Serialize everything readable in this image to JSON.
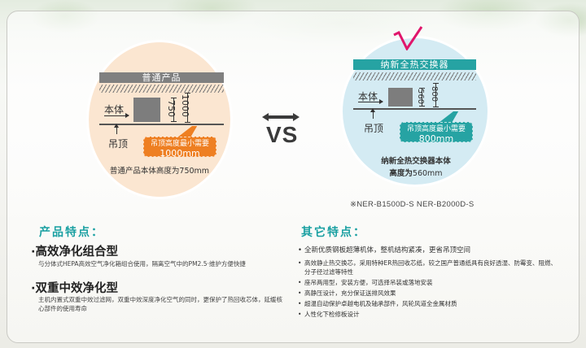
{
  "colors": {
    "accent_teal": "#1aa0a2",
    "orange": "#ee7f22",
    "left_circle_bg": "#fbe6d1",
    "right_circle_bg": "#d4ebf3",
    "check_mark": "#e0156b"
  },
  "comparison": {
    "left": {
      "title": "普通产品",
      "body_label": "本体",
      "ceiling_label": "吊顶",
      "dim_body": "750",
      "dim_total": "1000",
      "callout_line1": "吊顶高度最小需要",
      "callout_line2": "1000mm",
      "caption": "普通产品本体高度为750mm"
    },
    "vs_label": "VS",
    "vs_icon": "double-arrow-icon",
    "right": {
      "check_icon": "check-mark-icon",
      "title": "纳新全热交换器",
      "body_label": "本体",
      "ceiling_label": "吊顶",
      "dim_body": "560",
      "dim_total": "800",
      "callout_line1": "吊顶高度最小需要",
      "callout_line2": "800mm",
      "caption_line1": "纳新全热交换器本体",
      "caption_line2_bold": "高度为",
      "caption_line2_value": "560mm"
    },
    "model_note": "※NER-B1500D-S  NER-B2000D-S"
  },
  "product_features": {
    "title": "产品特点：",
    "items": [
      {
        "heading": "·高效净化组合型",
        "description": "与分体式HEPA高效空气净化箱组合使用，隔离空气中的PM2.5·维护方便快捷"
      },
      {
        "heading": "·双重中效净化型",
        "description": "主机内置式双重中效过滤网，双重中效深度净化空气的同时，更保护了热回收芯体，延缓核心部件的使用寿命"
      }
    ]
  },
  "other_features": {
    "title": "其它特点：",
    "items": [
      "全新优质钢板超薄机体，整机结构紧凑，更省吊顶空间",
      "高效静止热交换芯，采用特种ER热回收芯纸，较之国产普通纸具有良好透湿、防霉变、阻燃、分子径过滤等特性",
      "座吊两用型，安装方便，可选择吊装或落地安装",
      "高静压设计，充分保证送排风效果",
      "超温自动保护卓越电机及轴承部件，风轮风道全金属材质",
      "人性化下检修板设计"
    ]
  }
}
